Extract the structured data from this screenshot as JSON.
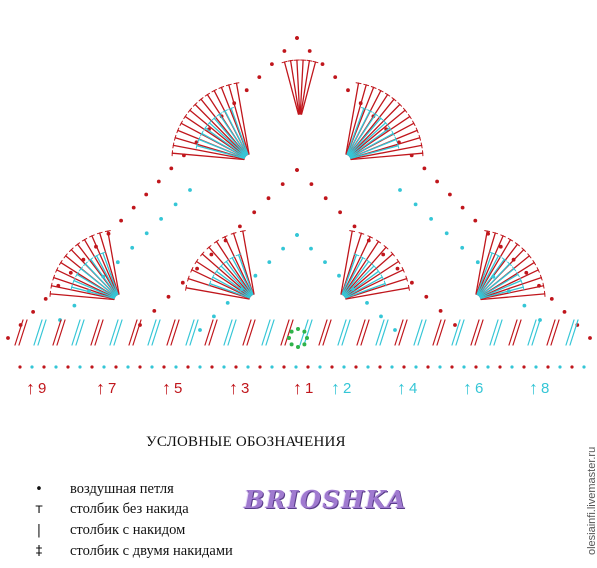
{
  "colors": {
    "odd_rows": "#c0161c",
    "even_rows": "#35c6d6",
    "center_ring": "#2fb34a",
    "brand": "#a07ad0"
  },
  "row_markers": [
    {
      "label": "9",
      "color": "red"
    },
    {
      "label": "7",
      "color": "red"
    },
    {
      "label": "5",
      "color": "red"
    },
    {
      "label": "3",
      "color": "red"
    },
    {
      "label": "1",
      "color": "red"
    },
    {
      "label": "2",
      "color": "cyan"
    },
    {
      "label": "4",
      "color": "cyan"
    },
    {
      "label": "6",
      "color": "cyan"
    },
    {
      "label": "8",
      "color": "cyan"
    }
  ],
  "legend": {
    "title": "УСЛОВНЫЕ ОБОЗНАЧЕНИЯ",
    "items": [
      {
        "symbol": "•",
        "icon": "chain-stitch-icon",
        "label": "воздушная петля"
      },
      {
        "symbol": "т",
        "icon": "single-crochet-icon",
        "label": "столбик без накида"
      },
      {
        "symbol": "|",
        "icon": "double-crochet-icon",
        "label": "столбик с накидом"
      },
      {
        "symbol": "‡",
        "icon": "treble-crochet-icon",
        "label": "столбик с двумя накидами"
      }
    ]
  },
  "brand": "BRIOSHKA",
  "watermark_url": "olesiainfi.livemaster.ru"
}
